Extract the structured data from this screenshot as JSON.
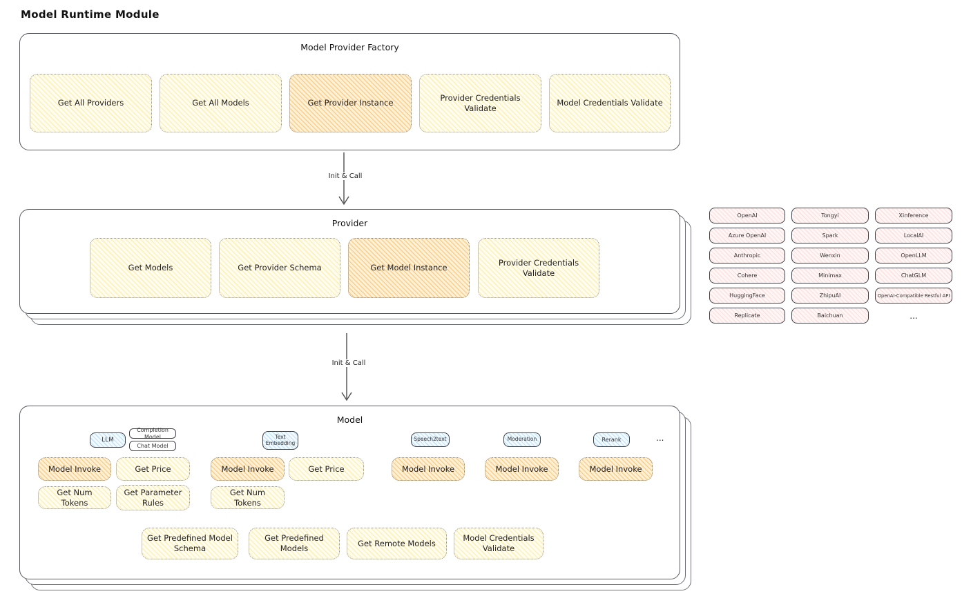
{
  "page": {
    "title": "Model Runtime Module"
  },
  "factory": {
    "title": "Model Provider Factory",
    "buttons": [
      {
        "label": "Get All Providers",
        "highlighted": false
      },
      {
        "label": "Get All Models",
        "highlighted": false
      },
      {
        "label": "Get Provider Instance",
        "highlighted": true
      },
      {
        "label": "Provider Credentials Validate",
        "highlighted": false
      },
      {
        "label": "Model Credentials Validate",
        "highlighted": false
      }
    ]
  },
  "edges": {
    "factory_to_provider": "Init & Call",
    "provider_to_model": "Init & Call"
  },
  "provider": {
    "title": "Provider",
    "buttons": [
      {
        "label": "Get Models",
        "highlighted": false
      },
      {
        "label": "Get Provider Schema",
        "highlighted": false
      },
      {
        "label": "Get Model Instance",
        "highlighted": true
      },
      {
        "label": "Provider Credentials Validate",
        "highlighted": false
      }
    ]
  },
  "providers_list": {
    "items": [
      "OpenAI",
      "Tongyi",
      "Xinference",
      "Azure OpenAI",
      "Spark",
      "LocalAI",
      "Anthropic",
      "Wenxin",
      "OpenLLM",
      "Cohere",
      "Minimax",
      "ChatGLM",
      "HuggingFace",
      "ZhipuAI",
      "OpenAI-Compatible Restful API",
      "Replicate",
      "Baichuan"
    ],
    "more": "..."
  },
  "model": {
    "title": "Model",
    "types": {
      "llm": "LLM",
      "completion_model": "Completion Model",
      "chat_model": "Chat Model",
      "text_embedding": "Text Embedding",
      "speech2text": "Speech2text",
      "moderation": "Moderation",
      "rerank": "Rerank",
      "more": "..."
    },
    "actions": {
      "model_invoke": "Model Invoke",
      "get_price": "Get Price",
      "get_num_tokens": "Get Num Tokens",
      "get_parameter_rules": "Get Parameter Rules"
    },
    "bottom_buttons": [
      {
        "label": "Get Predefined Model Schema"
      },
      {
        "label": "Get Predefined Models"
      },
      {
        "label": "Get Remote Models"
      },
      {
        "label": "Model Credentials Validate"
      }
    ]
  },
  "colors": {
    "node_yellow_bg": "#fffdf0",
    "node_yellow_hatch": "#fce082",
    "node_orange_hatch": "#f8b052",
    "chip_pink_hatch": "#ffbcbc",
    "tab_blue_hatch": "#90caf9",
    "box_border": "#55585e"
  }
}
